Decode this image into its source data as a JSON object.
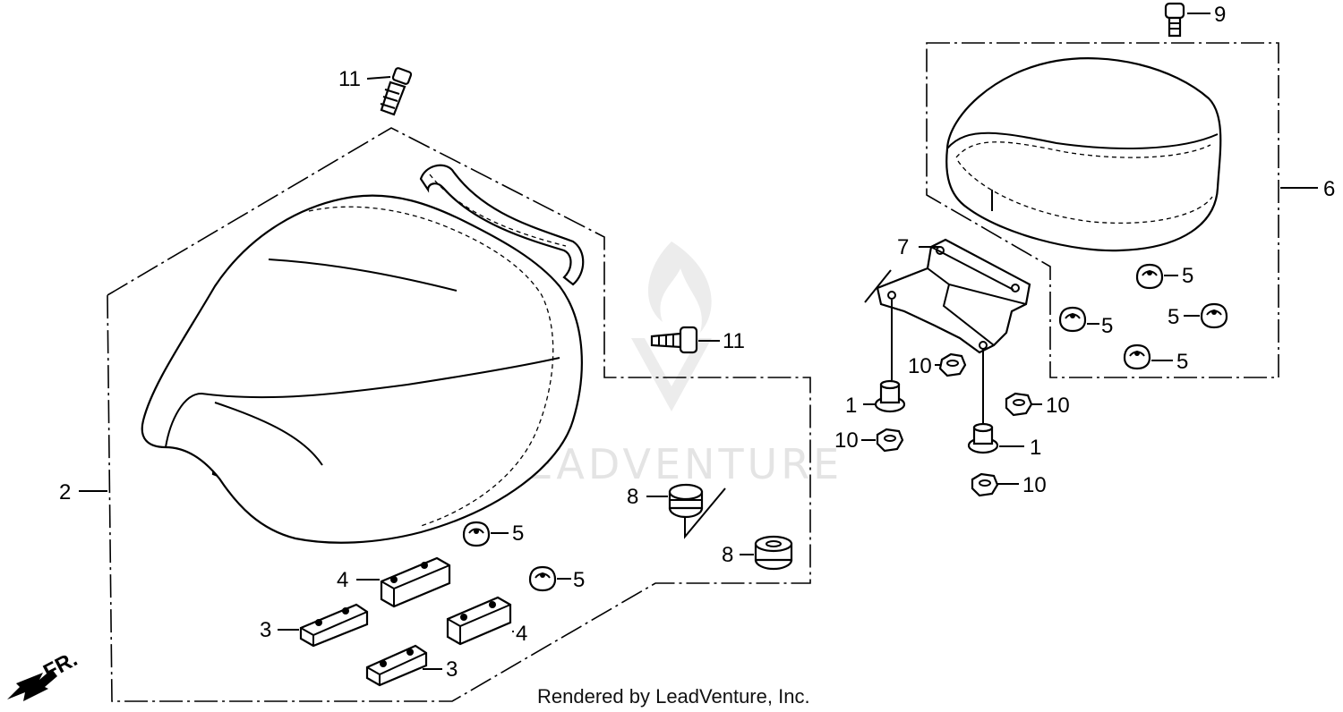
{
  "diagram": {
    "watermark": "LEADVENTURE",
    "credit": "Rendered by LeadVenture, Inc.",
    "direction_label": "FR.",
    "callouts": [
      {
        "id": "c-11a",
        "label": "11"
      },
      {
        "id": "c-11b",
        "label": "11"
      },
      {
        "id": "c-9",
        "label": "9"
      },
      {
        "id": "c-6",
        "label": "6"
      },
      {
        "id": "c-7",
        "label": "7"
      },
      {
        "id": "c-2",
        "label": "2"
      },
      {
        "id": "c-5a",
        "label": "5"
      },
      {
        "id": "c-5b",
        "label": "5"
      },
      {
        "id": "c-5c",
        "label": "5"
      },
      {
        "id": "c-5d",
        "label": "5"
      },
      {
        "id": "c-5e",
        "label": "5"
      },
      {
        "id": "c-5f",
        "label": "5"
      },
      {
        "id": "c-10a",
        "label": "10"
      },
      {
        "id": "c-10b",
        "label": "10"
      },
      {
        "id": "c-10c",
        "label": "10"
      },
      {
        "id": "c-10d",
        "label": "10"
      },
      {
        "id": "c-1a",
        "label": "1"
      },
      {
        "id": "c-1b",
        "label": "1"
      },
      {
        "id": "c-8a",
        "label": "8"
      },
      {
        "id": "c-8b",
        "label": "8"
      },
      {
        "id": "c-4a",
        "label": "4"
      },
      {
        "id": "c-4b",
        "label": "4"
      },
      {
        "id": "c-3a",
        "label": "3"
      },
      {
        "id": "c-3b",
        "label": "3"
      }
    ]
  }
}
